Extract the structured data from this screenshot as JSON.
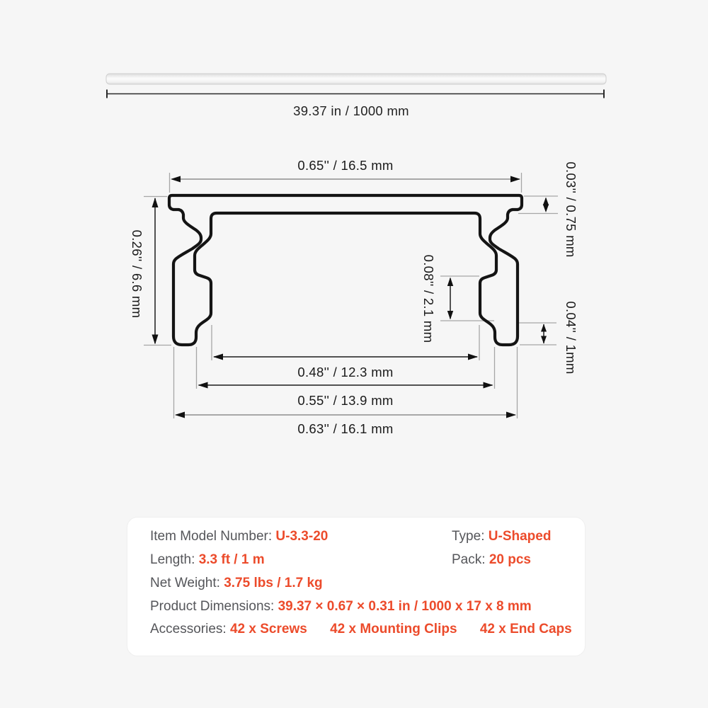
{
  "length_view": {
    "label": "39.37 in / 1000 mm"
  },
  "cross_section": {
    "top_width": "0.65'' / 16.5 mm",
    "plate_thickness": "0.03'' / 0.75 mm",
    "side_height": "0.26'' / 6.6 mm",
    "clip_tab_height": "0.08'' / 2.1 mm",
    "foot_height": "0.04'' / 1mm",
    "inner_width": "0.48'' / 12.3 mm",
    "mid_width": "0.55'' / 13.9 mm",
    "bottom_width": "0.63'' / 16.1 mm"
  },
  "specs": {
    "rows": [
      {
        "label": "Item Model Number:",
        "value": "U-3.3-20"
      },
      {
        "label": "Length:",
        "value": "3.3 ft / 1 m"
      },
      {
        "label": "Net Weight:",
        "value": "3.75 lbs / 1.7 kg"
      },
      {
        "label": "Product Dimensions:",
        "value": "39.37 × 0.67 × 0.31 in / 1000 x 17 x 8 mm"
      }
    ],
    "side_rows": [
      {
        "label": "Type:",
        "value": "U-Shaped"
      },
      {
        "label": "Pack:",
        "value": "20 pcs"
      }
    ],
    "accessories": {
      "label": "Accessories:",
      "items": [
        "42 x Screws",
        "42 x Mounting Clips",
        "42 x End Caps"
      ]
    }
  },
  "colors": {
    "accent": "#EC4B2B",
    "label_gray": "#55565A",
    "line_dark": "#1C1C1C",
    "line_gray": "#8E8E8E",
    "extension_gray": "#A6A6A6",
    "profile_stroke": "#141414",
    "page_bg": "#F6F6F6",
    "card_bg": "#FFFFFF"
  }
}
